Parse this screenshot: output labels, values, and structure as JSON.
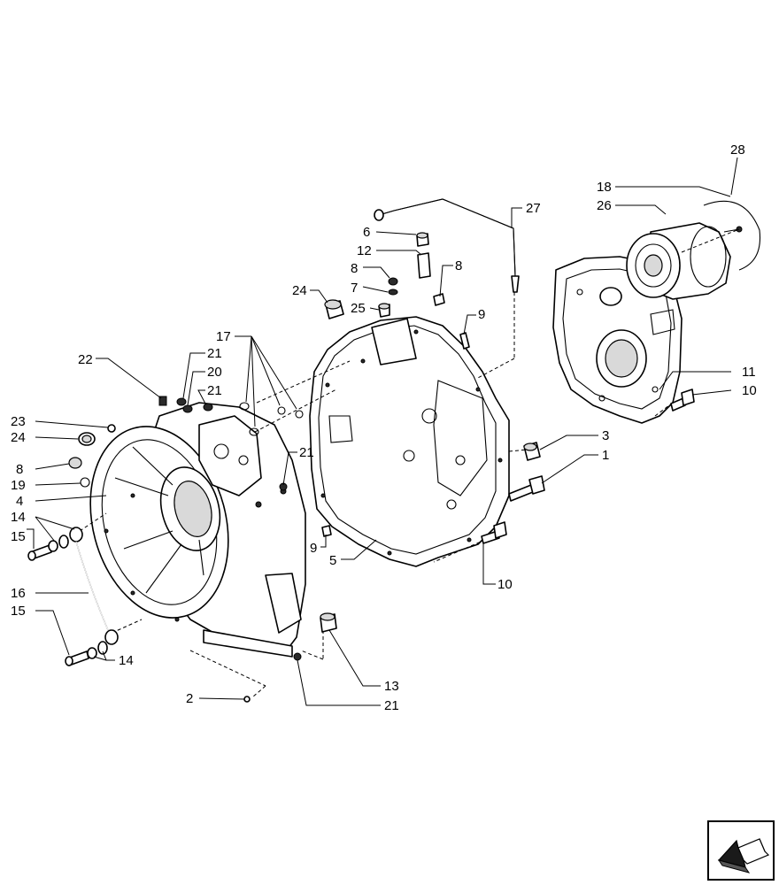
{
  "callouts": {
    "c1": "1",
    "c2": "2",
    "c3": "3",
    "c4": "4",
    "c5": "5",
    "c6": "6",
    "c7": "7",
    "c8a": "8",
    "c8b": "8",
    "c8c": "8",
    "c9a": "9",
    "c9b": "9",
    "c10a": "10",
    "c10b": "10",
    "c11": "11",
    "c12": "12",
    "c13": "13",
    "c14a": "14",
    "c14b": "14",
    "c15a": "15",
    "c15b": "15",
    "c16": "16",
    "c17": "17",
    "c18": "18",
    "c19": "19",
    "c20": "20",
    "c21a": "21",
    "c21b": "21",
    "c21c": "21",
    "c21d": "21",
    "c22": "22",
    "c23": "23",
    "c24a": "24",
    "c24b": "24",
    "c25": "25",
    "c26": "26",
    "c27": "27",
    "c28": "28"
  },
  "icons": {
    "navigation": "next-page-arrow-icon"
  }
}
